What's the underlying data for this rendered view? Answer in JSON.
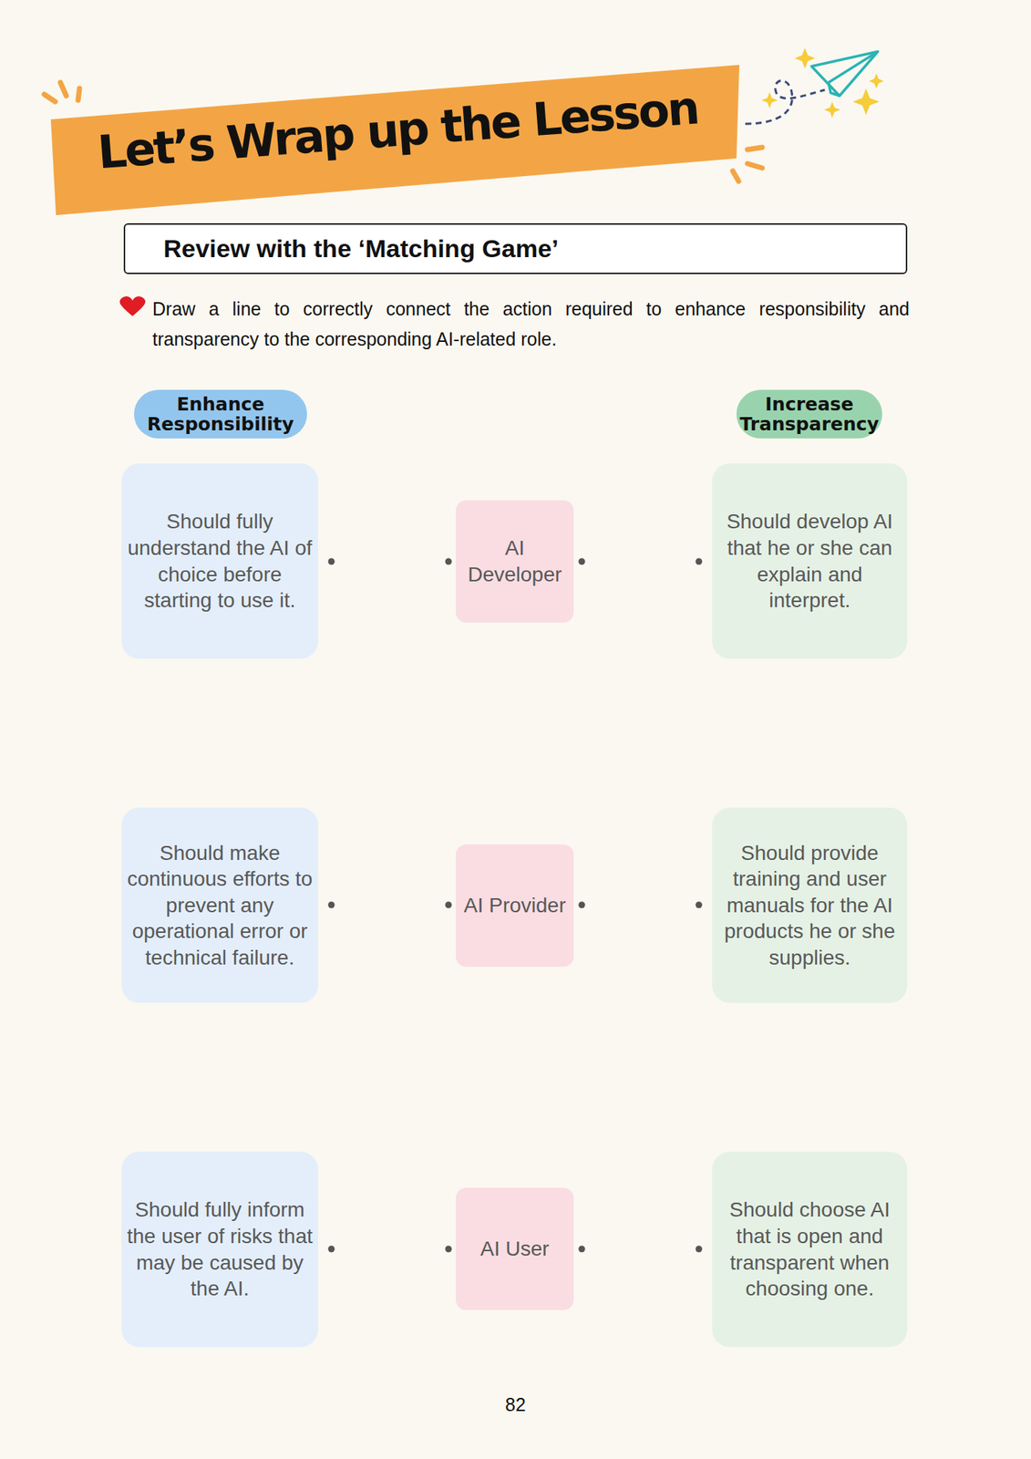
{
  "diagram": {
    "title": "Let’s Wrap up the Lesson",
    "nodes": [
      {
        "text": [
          "Review with the ‘Matching Game’"
        ]
      },
      {
        "text": [
          "Enhance Responsibility"
        ]
      },
      {
        "text": [
          "Increase Transparency"
        ]
      },
      {
        "text": [
          "Should fully understand the AI of choice before starting to use it."
        ]
      },
      {
        "text": [
          "AI Developer"
        ]
      },
      {
        "text": [
          "Should develop AI that he or she can explain and interpret."
        ]
      },
      {
        "text": [
          "Should make continuous efforts to prevent any operational error or technical failure."
        ]
      },
      {
        "text": [
          "AI Provider"
        ]
      },
      {
        "text": [
          "Should provide training and user manuals for the AI products he or she supplies."
        ]
      },
      {
        "text": [
          "Should fully inform the user of risks that may be caused by the AI."
        ]
      },
      {
        "text": [
          "AI User"
        ]
      },
      {
        "text": [
          "Should choose AI that is open and transparent when choosing one."
        ]
      }
    ],
    "labels": [
      "Draw a line to correctly connect the action required to enhance responsibility and transparency to the corresponding AI-related role.",
      "82"
    ]
  }
}
